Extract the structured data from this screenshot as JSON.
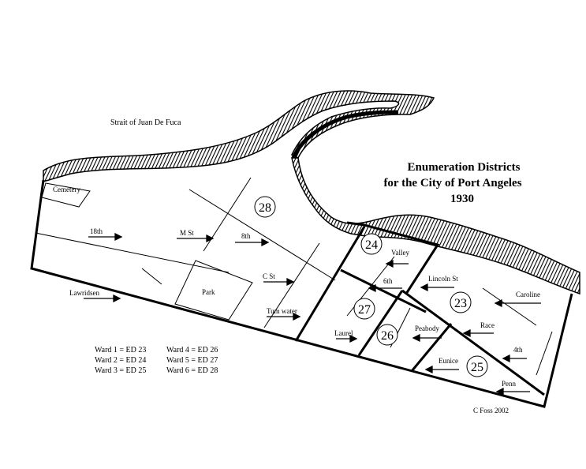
{
  "title": {
    "line1": "Enumeration Districts",
    "line2": "for the City of Port Angeles",
    "line3": "1930"
  },
  "water_label": "Strait of Juan De Fuca",
  "credit": "C Foss 2002",
  "places": {
    "cemetery": "Cemetery",
    "park": "Park"
  },
  "streets": {
    "eighteenth": "18th",
    "m_st": "M St",
    "eighth": "8th",
    "c_st": "C St",
    "lawridsen": "Lawridsen",
    "tumwater": "Tum water",
    "laurel": "Laurel",
    "valley": "Valley",
    "sixth": "6th",
    "lincoln": "Lincoln St",
    "peabody": "Peabody",
    "caroline": "Caroline",
    "race": "Race",
    "fourth": "4th",
    "eunice": "Eunice",
    "penn": "Penn"
  },
  "districts": {
    "ed28": "28",
    "ed24": "24",
    "ed27": "27",
    "ed26": "26",
    "ed23": "23",
    "ed25": "25"
  },
  "ward_legend": [
    "Ward 1 = ED 23",
    "Ward 2 = ED 24",
    "Ward 3 = ED 25",
    "Ward 4 = ED 26",
    "Ward 5 = ED 27",
    "Ward 6 = ED 28"
  ],
  "colors": {
    "ink": "#000000",
    "background": "#ffffff"
  }
}
